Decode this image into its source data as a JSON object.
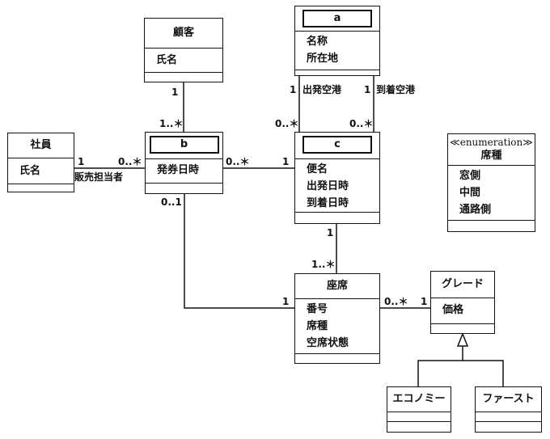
{
  "classes": {
    "kokyaku": {
      "name": "顧客",
      "attrs": [
        "氏名"
      ]
    },
    "a": {
      "name": "a",
      "attrs": [
        "名称",
        "所在地"
      ]
    },
    "shain": {
      "name": "社員",
      "attrs": [
        "氏名"
      ]
    },
    "b": {
      "name": "b",
      "attrs": [
        "発券日時"
      ]
    },
    "c": {
      "name": "c",
      "attrs": [
        "便名",
        "出発日時",
        "到着日時"
      ]
    },
    "seki": {
      "stereotype": "≪enumeration≫",
      "name": "席種",
      "attrs": [
        "窓側",
        "中間",
        "通路側"
      ]
    },
    "zaseki": {
      "name": "座席",
      "attrs": [
        "番号",
        "席種",
        "空席状態"
      ]
    },
    "grade": {
      "name": "グレード",
      "attrs": [
        "価格"
      ]
    },
    "economy": {
      "name": "エコノミー"
    },
    "first": {
      "name": "ファースト"
    }
  },
  "labels": {
    "kokyaku_one": "1",
    "b_many_top": "1..＊",
    "shain_one": "1",
    "b_left_many": "0..＊",
    "shain_role": "販売担当者",
    "b_right_many": "0..＊",
    "c_left_one": "1",
    "a_left_one": "1",
    "role_departure": "出発空港",
    "a_right_one": "1",
    "role_arrival": "到着空港",
    "c_left_many": "0..＊",
    "c_right_many": "0..＊",
    "b_bottom": "0..1",
    "c_bottom_one": "1",
    "zaseki_top_many": "1..＊",
    "zaseki_left_one": "1",
    "zaseki_right_many": "0..＊",
    "grade_left_one": "1"
  }
}
